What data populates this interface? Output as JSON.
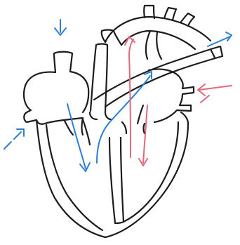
{
  "diagram": {
    "kind": "heart blood-flow sketch",
    "colors": {
      "background": "#ffffff",
      "outline": "#1c1c1c",
      "deoxygenated_flow": "#2d7fd3",
      "oxygenated_flow": "#e0697a"
    },
    "flows": [
      {
        "name": "superior-vena-cava-inflow",
        "color_key": "deoxygenated_flow",
        "direction": "down"
      },
      {
        "name": "inferior-vena-cava-inflow",
        "color_key": "deoxygenated_flow",
        "direction": "right"
      },
      {
        "name": "right-atrium-to-right-ventricle",
        "color_key": "deoxygenated_flow",
        "direction": "down"
      },
      {
        "name": "right-ventricle-to-pulmonary-artery",
        "color_key": "deoxygenated_flow",
        "direction": "up-right"
      },
      {
        "name": "pulmonary-vein-inflow",
        "color_key": "oxygenated_flow",
        "direction": "left"
      },
      {
        "name": "left-atrium-to-left-ventricle",
        "color_key": "oxygenated_flow",
        "direction": "down"
      },
      {
        "name": "left-ventricle-to-aorta",
        "color_key": "oxygenated_flow",
        "direction": "up"
      }
    ]
  }
}
